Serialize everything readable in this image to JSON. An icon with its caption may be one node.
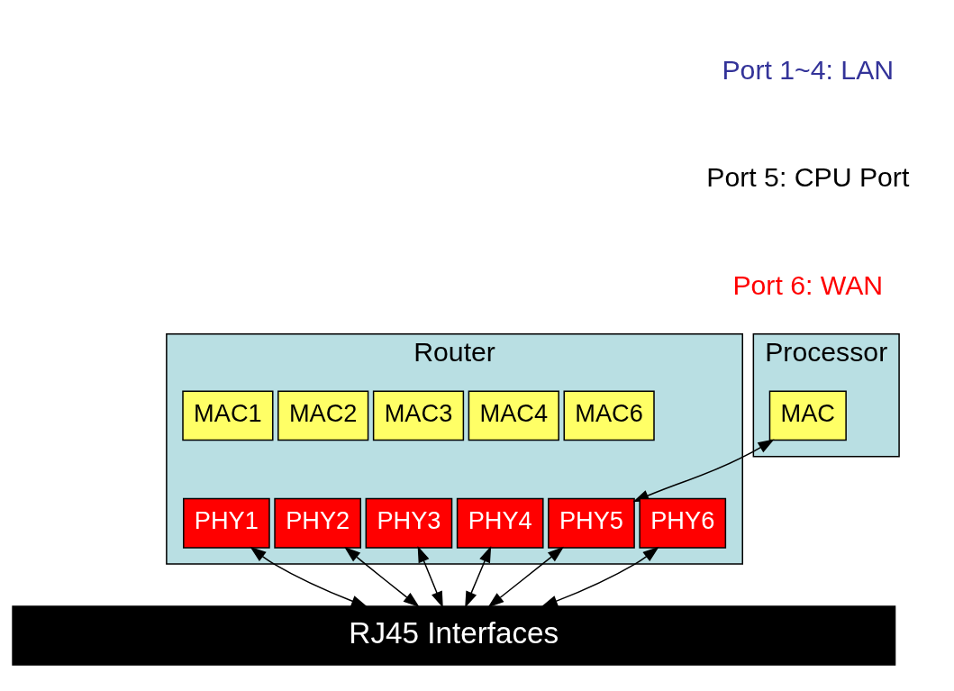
{
  "diagram": {
    "nodes": [
      {
        "text": [
          "Processor"
        ]
      },
      {
        "text": [
          "MAC"
        ],
        "in": 0
      },
      {
        "text": [
          "Router"
        ]
      },
      {
        "text": [
          "MAC1"
        ],
        "in": 2
      },
      {
        "text": [
          "MAC2"
        ],
        "in": 2
      },
      {
        "text": [
          "MAC3"
        ],
        "in": 2
      },
      {
        "text": [
          "MAC4"
        ],
        "in": 2
      },
      {
        "text": [
          "MAC6"
        ],
        "in": 2
      },
      {
        "text": [
          "PHY1"
        ],
        "in": 2
      },
      {
        "text": [
          "PHY2"
        ],
        "in": 2
      },
      {
        "text": [
          "PHY3"
        ],
        "in": 2
      },
      {
        "text": [
          "PHY4"
        ],
        "in": 2
      },
      {
        "text": [
          "PHY5"
        ],
        "in": 2
      },
      {
        "text": [
          "PHY6"
        ],
        "in": 2
      },
      {
        "text": [
          "RJ45 Interfaces"
        ]
      }
    ],
    "edges": [
      {
        "from": 1,
        "to": 12,
        "arrow": "both"
      },
      {
        "from": 8,
        "to": 14,
        "arrow": "both"
      },
      {
        "from": 9,
        "to": 14,
        "arrow": "both"
      },
      {
        "from": 10,
        "to": 14,
        "arrow": "both"
      },
      {
        "from": 11,
        "to": 14,
        "arrow": "both"
      },
      {
        "from": 12,
        "to": 14,
        "arrow": "both"
      },
      {
        "from": 13,
        "to": 14,
        "arrow": "both"
      }
    ],
    "labels": [
      "Port 1~4: LAN",
      "Port 5: CPU Port",
      "Port 6: WAN"
    ]
  }
}
